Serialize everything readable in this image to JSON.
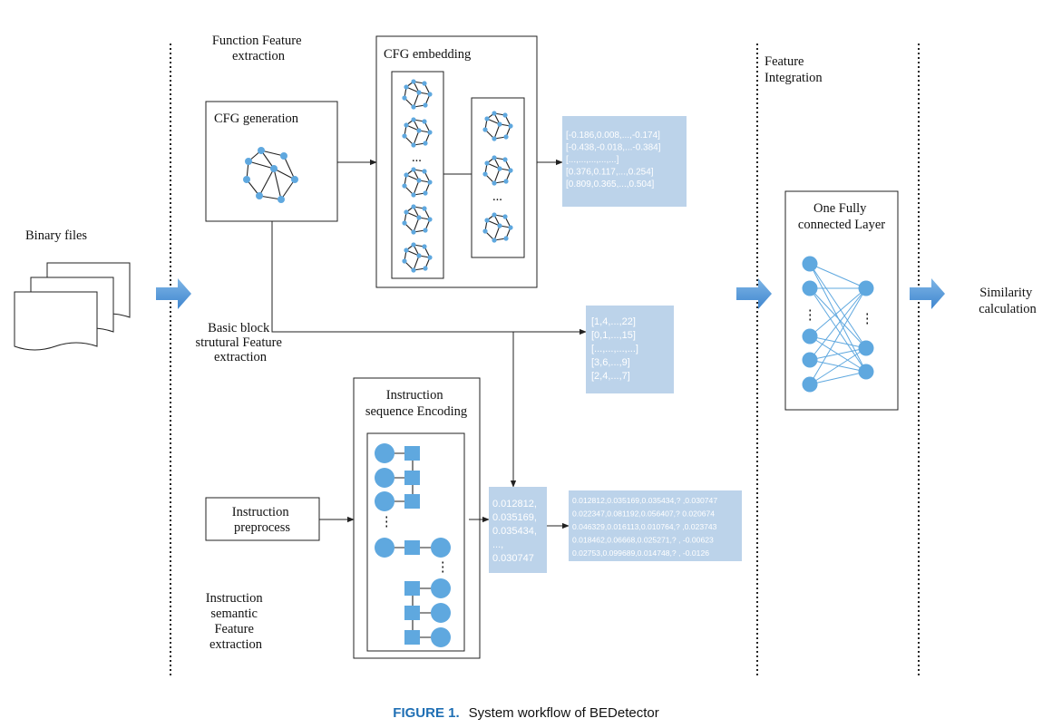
{
  "colors": {
    "node_blue": "#5fa8df",
    "vector_box": "#bcd3ea",
    "arrow_blue": "#4a90d9",
    "caption_accent": "#1f6fb4"
  },
  "labels": {
    "binary_files": "Binary files",
    "function_feature": [
      "Function Feature",
      "extraction"
    ],
    "cfg_generation": "CFG generation",
    "cfg_embedding": "CFG embedding",
    "feature_integration": [
      "Feature",
      "Integration"
    ],
    "basic_block": [
      "Basic block",
      "strutural  Feature",
      "extraction"
    ],
    "instruction_encoding": [
      "Instruction",
      "sequence Encoding"
    ],
    "instruction_preprocess": [
      "Instruction",
      "preprocess"
    ],
    "instruction_semantic": [
      "Instruction",
      "semantic",
      "Feature",
      "extraction"
    ],
    "fc_layer": [
      "One Fully",
      "connected Layer"
    ],
    "similarity": [
      "Similarity",
      "calculation"
    ],
    "ellipsis": "...",
    "vdots": "⋮"
  },
  "vectors": {
    "cfg": [
      "[-0.186,0.008,...,-0.174]",
      "[-0.438,-0.018,...-0.384]",
      "[...,...,...,...,...]",
      "[0.376,0.117,...,0.254]",
      "[0.809,0.365,...,0.504]"
    ],
    "block": [
      "[1,4,...,22]",
      "[0,1,...,15]",
      "[...,...,...,...]",
      "[3,6,...,9]",
      "[2,4,...,7]"
    ],
    "instr_small": [
      "0.012812,",
      "0.035169,",
      "0.035434,",
      "...,",
      "0.030747"
    ],
    "instr_matrix": [
      "0.012812,0.035169,0.035434,?   ,0.030747",
      "0.022347,0.081192,0.056407,?  0.020674",
      "0.046329,0.016113,0.010764,?   ,0.023743",
      "0.018462,0.06668,0.025271,?   , -0.00623",
      "0.02753,0.099689,0.014748,?   , -0.0126"
    ]
  },
  "caption": {
    "label": "FIGURE 1.",
    "text": "System workflow of BEDetector"
  }
}
